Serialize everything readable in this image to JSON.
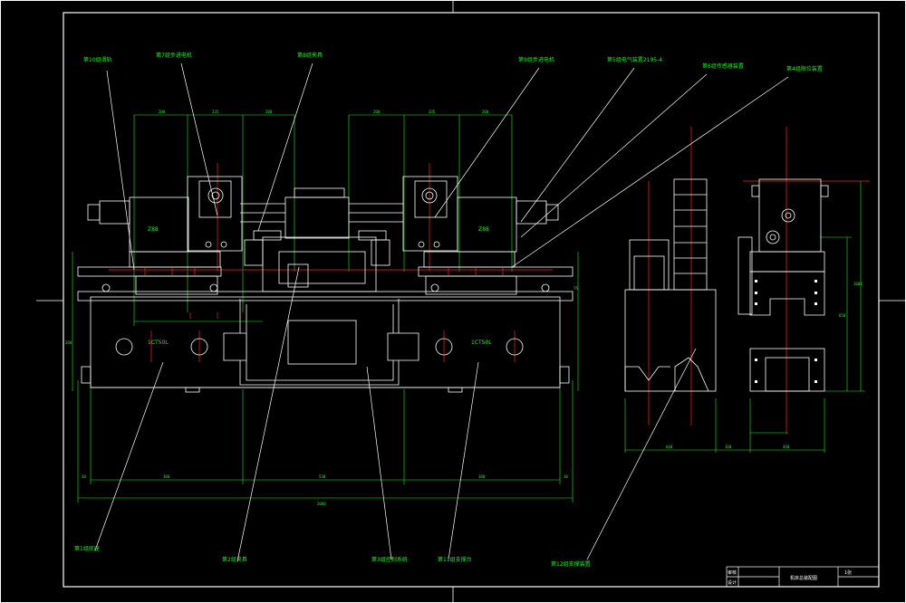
{
  "drawing": {
    "callouts": {
      "top_1": "第10组滑轨",
      "top_2": "第7组步进电机",
      "top_3": "第8组夹具",
      "top_4": "第9组步进电机",
      "top_5": "第5组电气装置2195-4",
      "top_6": "第6组传感器装置",
      "top_7": "第4组限位装置",
      "bot_1": "第1组底座",
      "bot_2": "第2组夹具",
      "bot_3": "第3组控制系统",
      "bot_4": "第11组支撑台",
      "bot_5": "第12组支撑装置"
    },
    "motor_labels": {
      "left": "Z88",
      "right": "Z88"
    },
    "base_labels": {
      "left": "1CT50L",
      "right": "1CT50L"
    },
    "dims_top": {
      "d1": "200",
      "d2": "335",
      "d3": "200",
      "d4": "200",
      "d5": "335",
      "d6": "200"
    },
    "dims_bottom": {
      "b1": "30",
      "b2": "300",
      "b3": "530",
      "b4": "300",
      "b5": "30",
      "total": "2080"
    },
    "dims_side": {
      "h1": "260",
      "h2": "75",
      "h3": "650",
      "h4": "1000",
      "w1": "640",
      "w2": "160",
      "w3": "440"
    }
  },
  "title_block": {
    "row1": "审核",
    "row2": "设计",
    "drawing_name": "机床总装配图",
    "sheet": "1张"
  }
}
